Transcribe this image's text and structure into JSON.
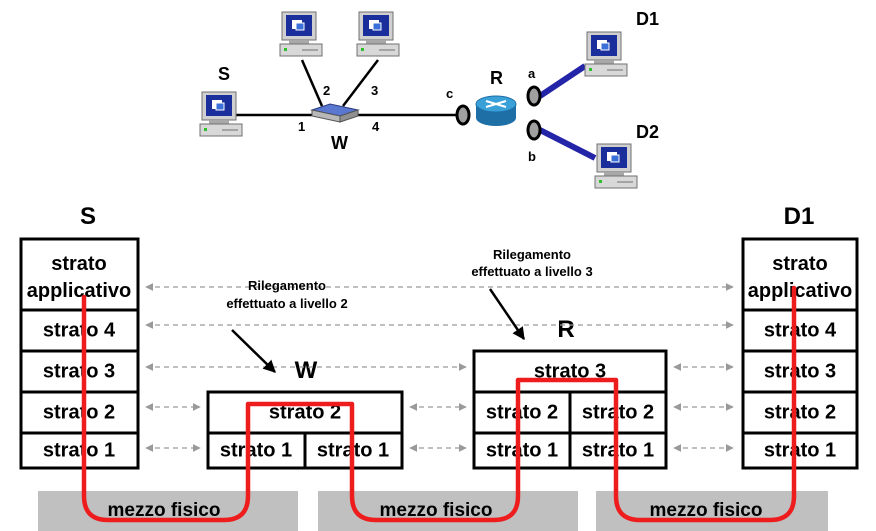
{
  "topology": {
    "host_s": "S",
    "host_d1": "D1",
    "host_d2": "D2",
    "switch": "W",
    "router": "R",
    "switch_ports": [
      "1",
      "2",
      "3",
      "4"
    ],
    "router_ports": [
      "a",
      "b",
      "c"
    ]
  },
  "stacks": {
    "s_title": "S",
    "d1_title": "D1",
    "w_title": "W",
    "r_title": "R",
    "layers": {
      "app_line1": "strato",
      "app_line2": "applicativo",
      "l4": "strato 4",
      "l3": "strato 3",
      "l2": "strato 2",
      "l1": "strato 1"
    }
  },
  "notes": {
    "l2_line1": "Rilegamento",
    "l2_line2": "effettuato a livello 2",
    "l3_line1": "Rilegamento",
    "l3_line2": "effettuato a livello 3"
  },
  "medium": {
    "label": "mezzo fisico"
  },
  "colors": {
    "data_path": "#ee1c1c",
    "medium": "#c0c0c0",
    "wireless_link": "#2424a8",
    "router": "#2f8fc4",
    "screen": "#1a2f9c"
  },
  "icons": [
    "pc-icon",
    "switch-icon",
    "router-icon"
  ]
}
